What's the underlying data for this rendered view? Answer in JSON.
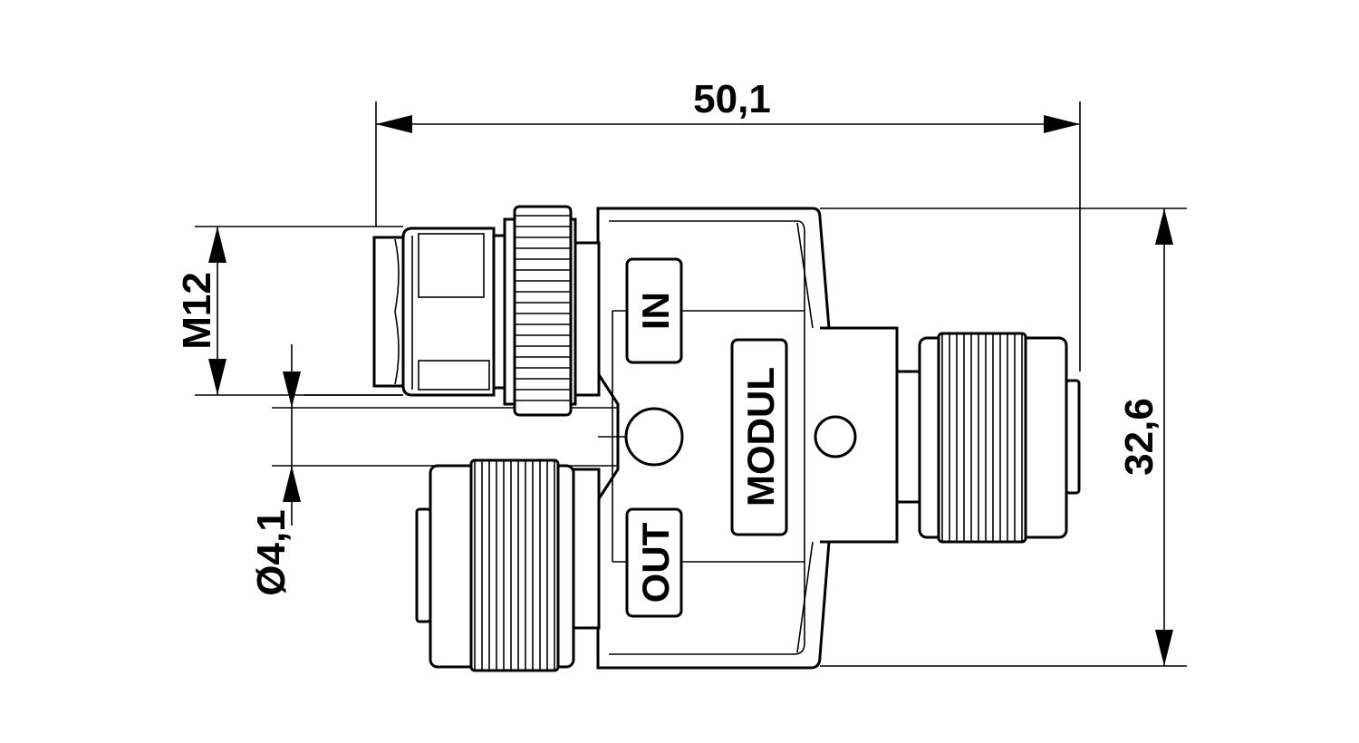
{
  "dimensions": {
    "overall_length": "50,1",
    "overall_height": "32,6",
    "thread": "M12",
    "hole_diameter": "Ø4,1"
  },
  "labels": {
    "in": "IN",
    "out": "OUT",
    "module": "MODUL"
  }
}
